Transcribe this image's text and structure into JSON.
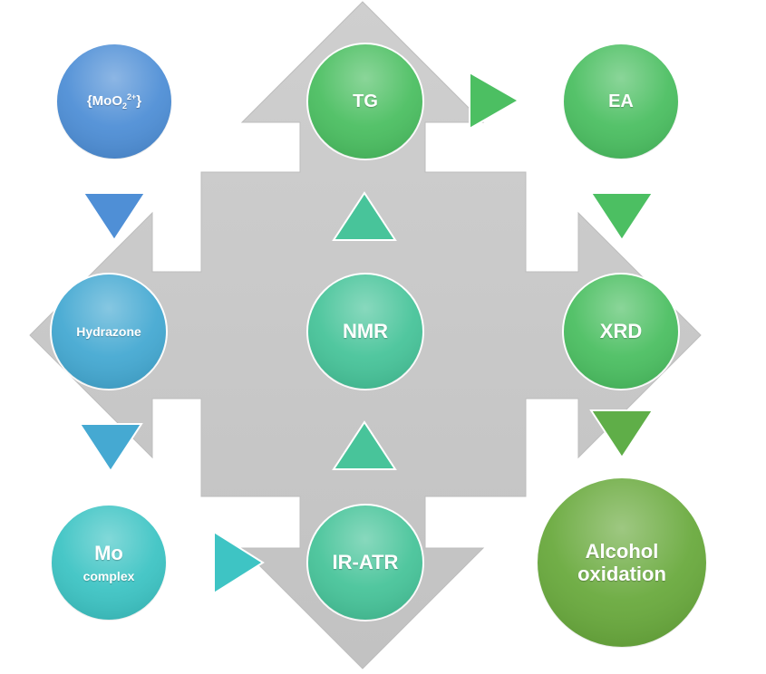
{
  "nodes": {
    "moo2": {
      "text": "{MoO",
      "sub": "2",
      "sup": "2+",
      "close": "}"
    },
    "tg": "TG",
    "ea": "EA",
    "hydrazone": "Hydrazone",
    "nmr": "NMR",
    "xrd": "XRD",
    "mo_line1": "Mo",
    "mo_line2": "complex",
    "iratr": "IR-ATR",
    "alcohol_line1": "Alcohol",
    "alcohol_line2": "oxidation"
  },
  "colors": {
    "background_cross": "#c9c9c9",
    "blue": "#4f8fd6",
    "teal_blue": "#45a9d2",
    "turquoise": "#3ec4c4",
    "green_teal": "#48c49a",
    "green": "#4cbf62",
    "olive_green": "#6aaa3e"
  }
}
